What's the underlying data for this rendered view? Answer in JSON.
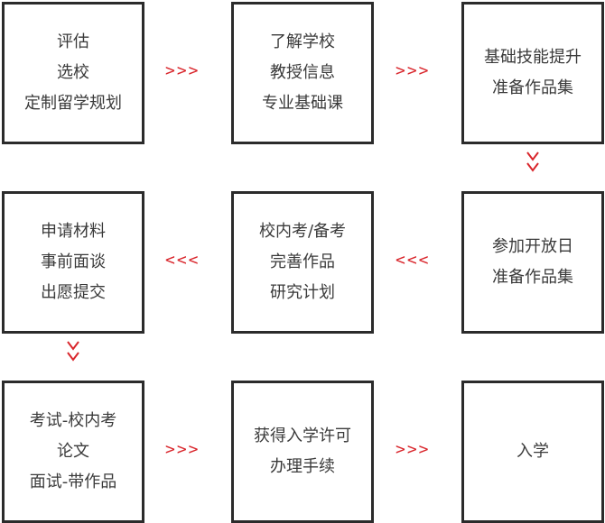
{
  "colors": {
    "border": "#2b2b2b",
    "text": "#3a3a3a",
    "arrow": "#d9262c"
  },
  "steps": [
    {
      "lines": [
        "评估",
        "选校",
        "定制留学规划"
      ]
    },
    {
      "lines": [
        "了解学校",
        "教授信息",
        "专业基础课"
      ]
    },
    {
      "lines": [
        "基础技能提升",
        "准备作品集"
      ]
    },
    {
      "lines": [
        "申请材料",
        "事前面谈",
        "出愿提交"
      ]
    },
    {
      "lines": [
        "校内考/备考",
        "完善作品",
        "研究计划"
      ]
    },
    {
      "lines": [
        "参加开放日",
        "准备作品集"
      ]
    },
    {
      "lines": [
        "考试-校内考",
        "论文",
        "面试-带作品"
      ]
    },
    {
      "lines": [
        "获得入学许可",
        "办理手续"
      ]
    },
    {
      "lines": [
        "入学"
      ]
    }
  ],
  "arrows": {
    "right": ">>>",
    "left": "<<<"
  }
}
